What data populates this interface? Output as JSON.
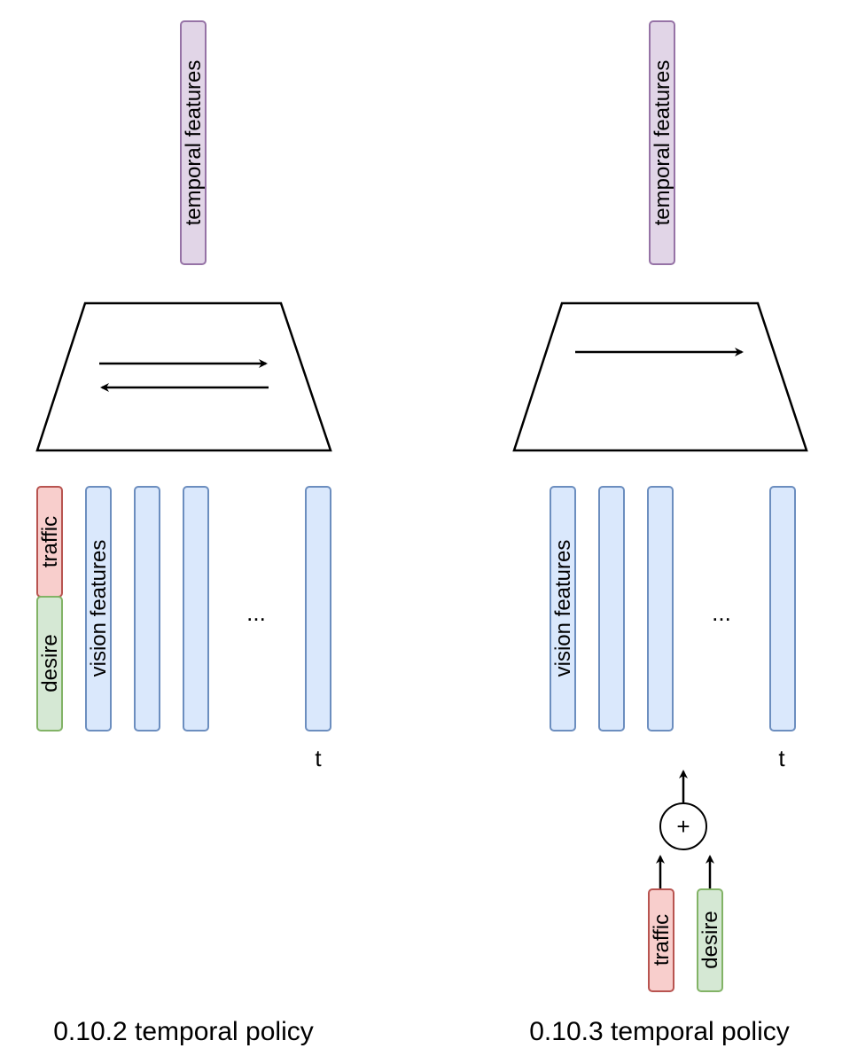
{
  "colors": {
    "purple_fill": "#e1d5e7",
    "purple_stroke": "#9673a6",
    "blue_fill": "#dae8fc",
    "blue_stroke": "#6c8ebf",
    "red_fill": "#f8cecc",
    "red_stroke": "#b85450",
    "green_fill": "#d5e8d4",
    "green_stroke": "#82b366",
    "line": "#000000"
  },
  "left": {
    "temporal_label": "temporal features",
    "traffic_label": "traffic",
    "desire_label": "desire",
    "vision_label": "vision features",
    "ellipsis": "...",
    "t_label": "t",
    "caption": "0.10.2 temporal policy"
  },
  "right": {
    "temporal_label": "temporal features",
    "vision_label": "vision features",
    "ellipsis": "...",
    "t_label": "t",
    "plus": "+",
    "traffic_label": "traffic",
    "desire_label": "desire",
    "caption": "0.10.3 temporal policy"
  }
}
